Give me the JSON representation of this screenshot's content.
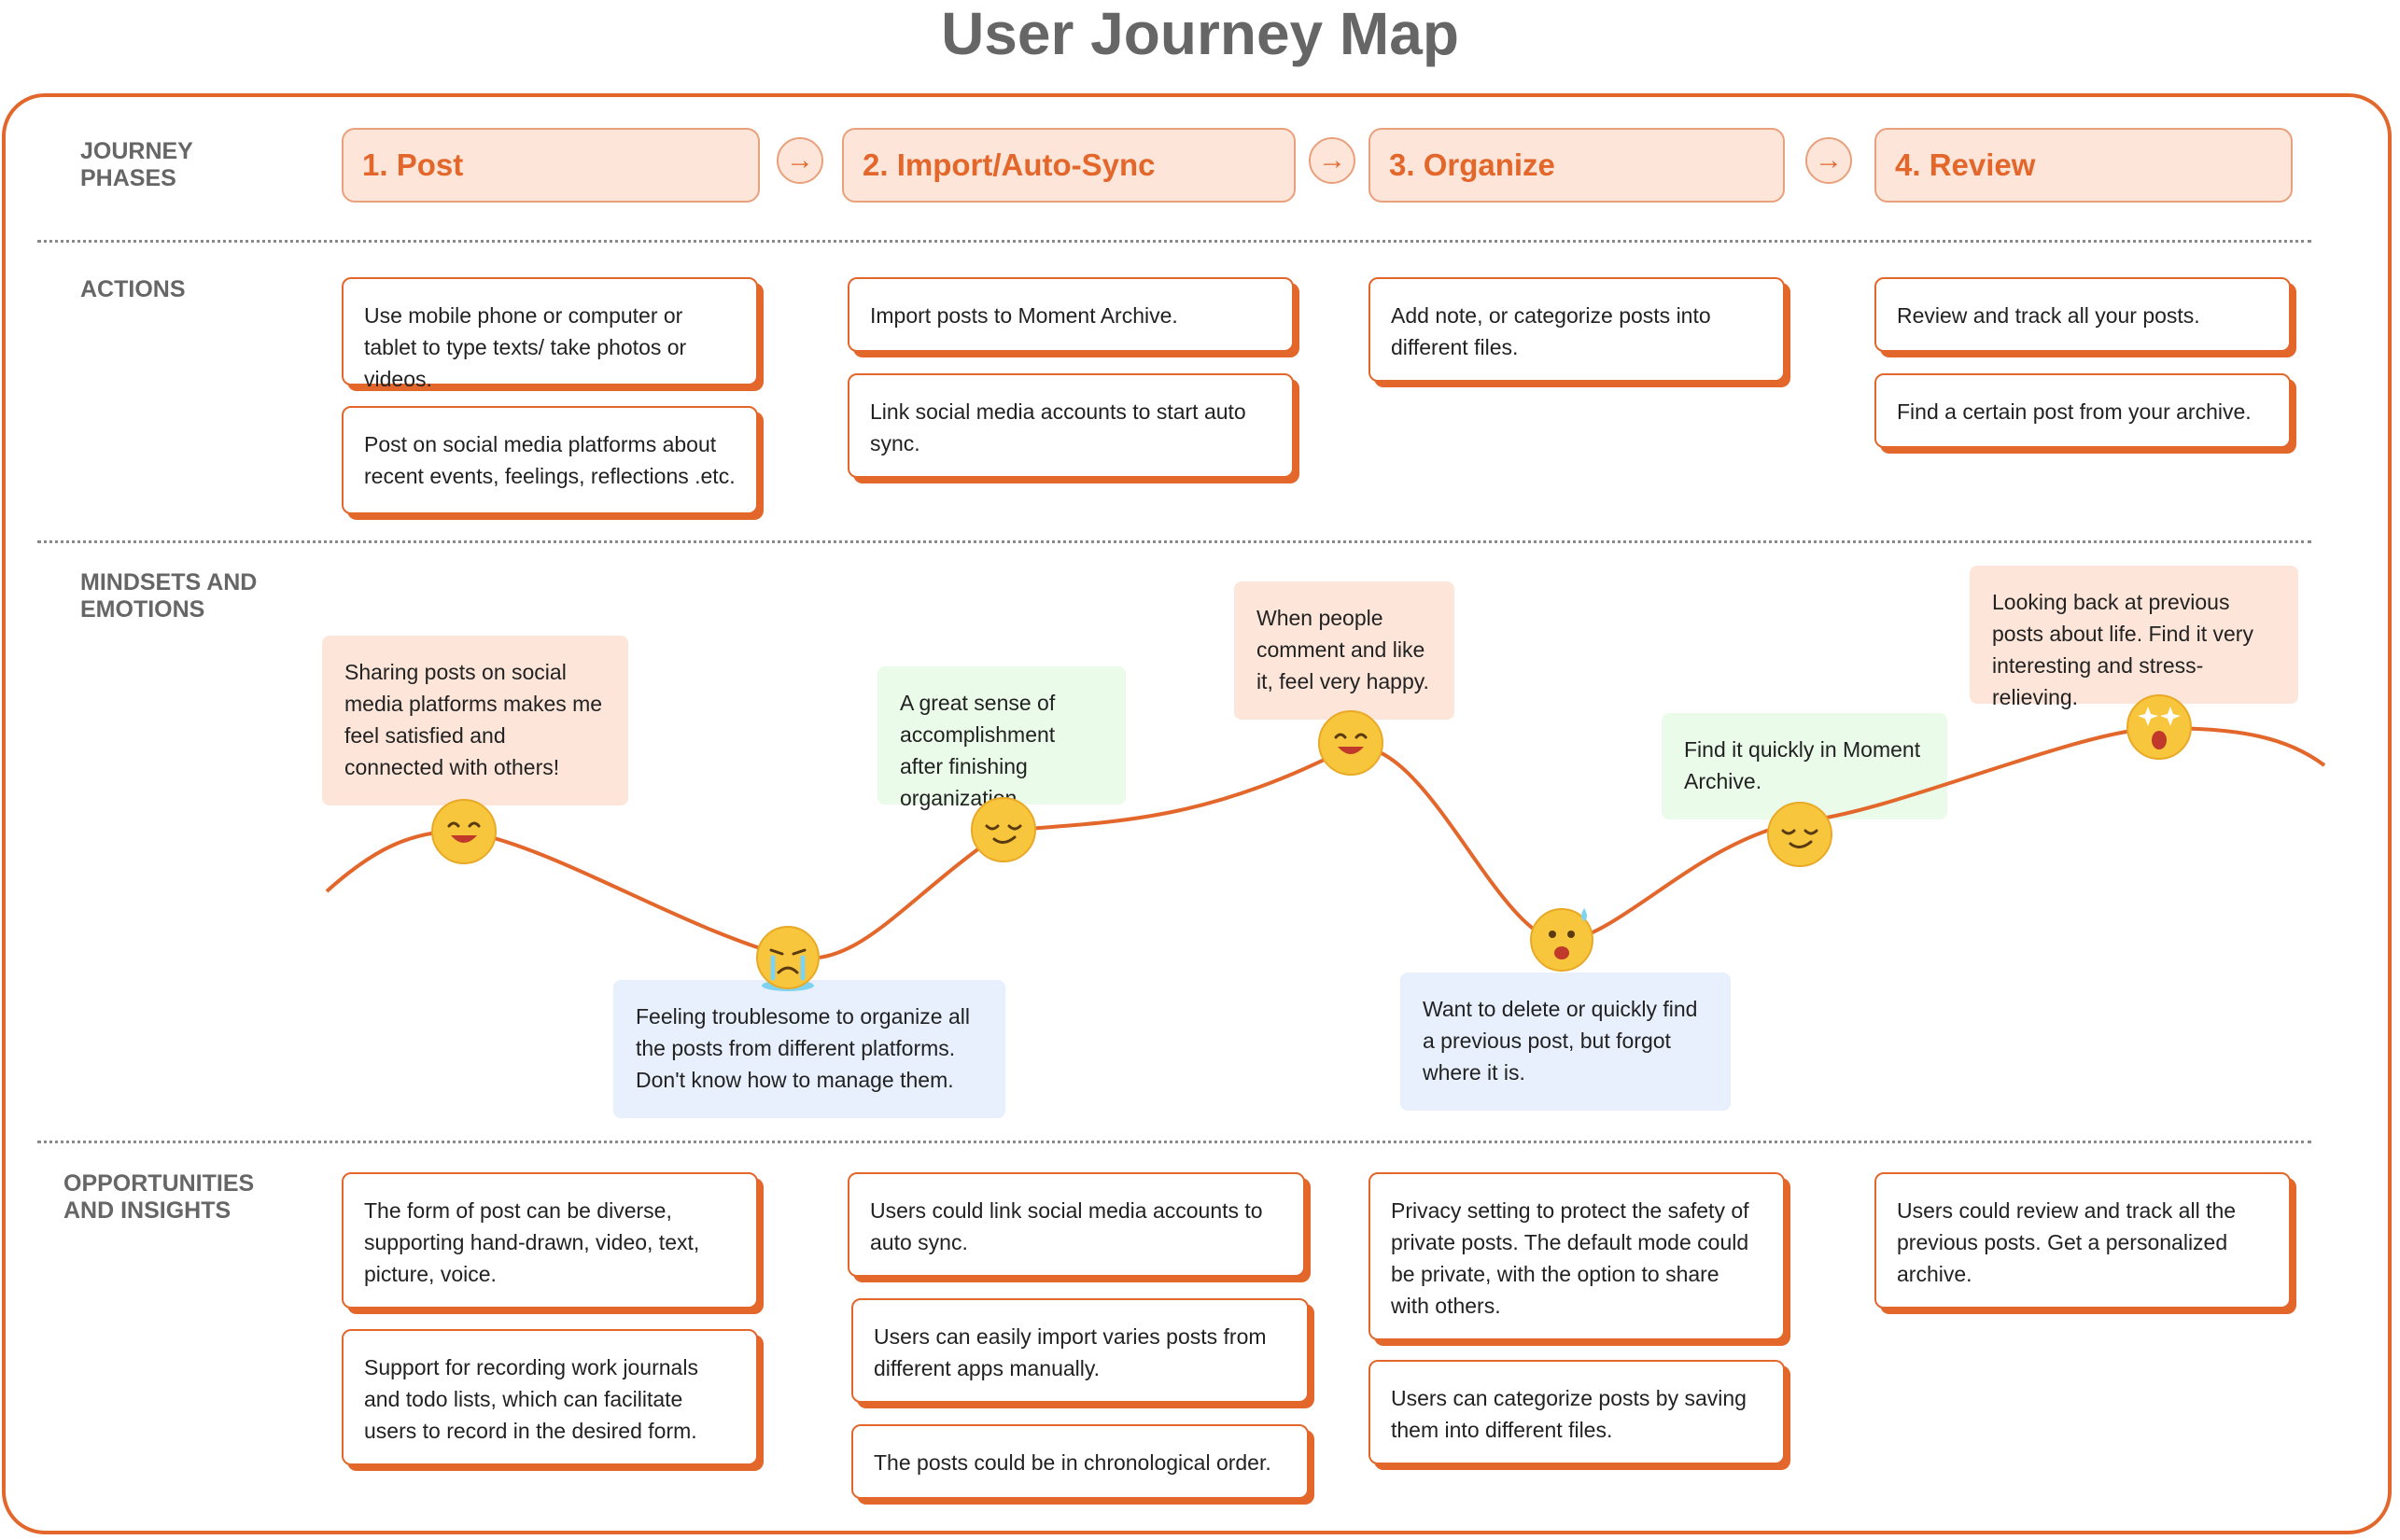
{
  "title": "User Journey Map",
  "row_labels": {
    "phases": "JOURNEY\nPHASES",
    "actions": "ACTIONS",
    "emotions": "MINDSETS AND\nEMOTIONS",
    "opportunities": "OPPORTUNITIES\nAND INSIGHTS"
  },
  "phases": [
    {
      "label": "1. Post"
    },
    {
      "label": "2. Import/Auto-Sync"
    },
    {
      "label": "3. Organize"
    },
    {
      "label": "4. Review"
    }
  ],
  "phase_arrow_icon": "arrow-right-icon",
  "actions": [
    {
      "text": "Use mobile phone or computer or tablet to type texts/ take photos or videos."
    },
    {
      "text": "Post on social media platforms about recent events, feelings, reflections .etc."
    },
    {
      "text": "Import posts to Moment Archive."
    },
    {
      "text": "Link social media accounts to start auto sync."
    },
    {
      "text": "Add note, or categorize posts into different files."
    },
    {
      "text": "Review and track all your posts."
    },
    {
      "text": "Find a certain post from your archive."
    }
  ],
  "emotions": [
    {
      "text": "Sharing posts on social media platforms makes me feel satisfied and connected with others!",
      "icon": "grinning-face-icon",
      "tone": "positive"
    },
    {
      "text": "Feeling troublesome to organize all the posts from different platforms. Don't know how to manage them.",
      "icon": "crying-face-icon",
      "tone": "negative"
    },
    {
      "text": "A great sense of accomplishment after finishing organization.",
      "icon": "relieved-face-icon",
      "tone": "positive"
    },
    {
      "text": "When people comment and like it, feel very happy.",
      "icon": "grinning-face-icon",
      "tone": "positive"
    },
    {
      "text": "Want to delete or quickly find a previous post, but forgot where it is.",
      "icon": "worried-sweat-face-icon",
      "tone": "negative"
    },
    {
      "text": "Find it quickly in Moment Archive.",
      "icon": "relieved-face-icon",
      "tone": "positive"
    },
    {
      "text": "Looking back at previous posts about life. Find it very interesting and stress-relieving.",
      "icon": "star-struck-face-icon",
      "tone": "positive"
    }
  ],
  "opportunities": [
    {
      "text": "The form of post can be diverse, supporting hand-drawn, video, text, picture, voice."
    },
    {
      "text": "Support for recording work journals and todo lists, which can facilitate users to record in the desired form."
    },
    {
      "text": "Users could link social media accounts to auto sync."
    },
    {
      "text": "Users can easily import varies posts from different apps manually."
    },
    {
      "text": "The posts could be in chronological order."
    },
    {
      "text": "Privacy setting to protect the safety of private posts. The default  mode could be private, with the option to share with others."
    },
    {
      "text": "Users can categorize posts by saving them into different files."
    },
    {
      "text": "Users could review and track all the previous posts. Get a personalized archive."
    }
  ],
  "colors": {
    "accent": "#e3662b",
    "phase_fill": "#fde6d9",
    "note_peach": "#fde6d9",
    "note_green": "#eafbe9",
    "note_blue": "#e8f0fd",
    "label_gray": "#666666"
  }
}
